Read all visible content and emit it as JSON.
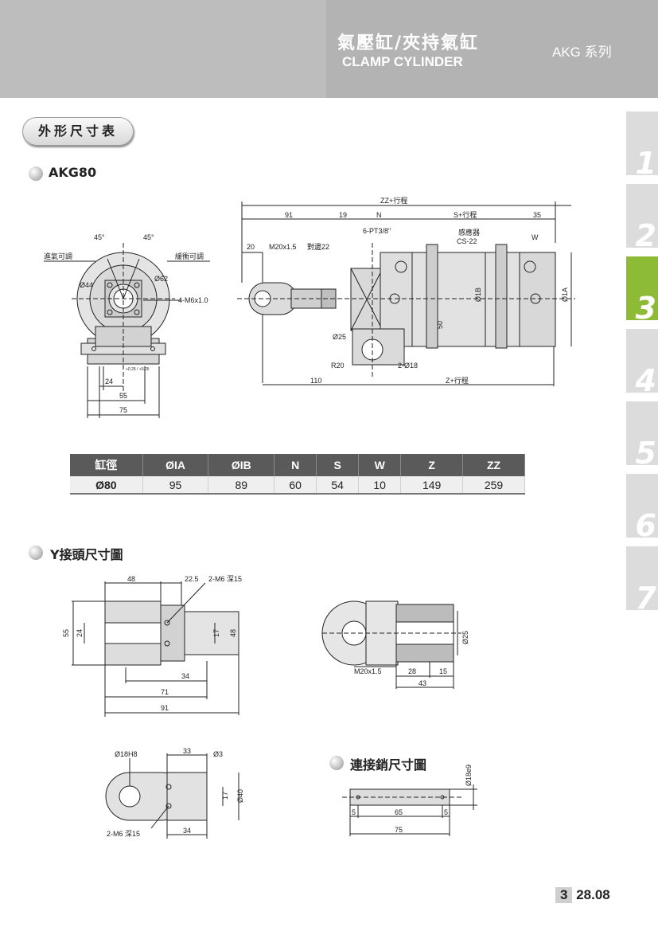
{
  "header": {
    "title_cn": "氣壓缸/夾持氣缸",
    "title_en": "CLAMP CYLINDER",
    "series": "AKG 系列"
  },
  "section_title": "外形尺寸表",
  "model_title": "AKG80",
  "side_tabs": [
    "1",
    "2",
    "3",
    "4",
    "5",
    "6",
    "7"
  ],
  "active_tab": "3",
  "main_drawing": {
    "angle_left": "45°",
    "angle_right": "45°",
    "label_intake": "進氣可調",
    "label_buffer": "緩衝可調",
    "dia_44": "Ø44",
    "dia_62": "Ø62",
    "thread_4m6": "4-M6x1.0",
    "tol": "+0.25 / +0.05",
    "dim_24": "24",
    "dim_55": "55",
    "dim_75": "75",
    "zz_stroke": "ZZ+行程",
    "dim_91": "91",
    "dim_19": "19",
    "dim_n": "N",
    "s_stroke": "S+行程",
    "dim_35": "35",
    "dim_20": "20",
    "thread_m20": "M20x1.5",
    "hex_22": "對邊22",
    "port": "6-PT3/8\"",
    "sensor": "感應器",
    "sensor_model": "CS-22",
    "dim_w": "W",
    "dia_ib": "Ø1B",
    "dia_ia": "Ø1A",
    "dim_50": "50",
    "dia_25": "Ø25",
    "r20": "R20",
    "dia_2_18": "2-Ø18",
    "dim_110": "110",
    "z_stroke": "Z+行程"
  },
  "spec_table": {
    "headers": [
      "缸徑",
      "ØIA",
      "ØIB",
      "N",
      "S",
      "W",
      "Z",
      "ZZ"
    ],
    "rows": [
      [
        "Ø80",
        "95",
        "89",
        "60",
        "54",
        "10",
        "149",
        "259"
      ]
    ]
  },
  "y_joint": {
    "title": "Y接頭尺寸圖",
    "d48_top": "48",
    "d22_5": "22.5",
    "thread_2m6": "2-M6 深15",
    "d55": "55",
    "d24": "24",
    "d17": "17",
    "d48_side": "48",
    "d34": "34",
    "d71": "71",
    "d91": "91",
    "m20": "M20x1.5",
    "d28": "28",
    "d15": "15",
    "d43": "43",
    "dia25": "Ø25"
  },
  "pin_plate": {
    "d18h8": "Ø18H8",
    "d33": "33",
    "d3": "Ø3",
    "d17": "17",
    "d40": "Ø40",
    "thread_2m6": "2-M6 深15",
    "d34": "34"
  },
  "pin": {
    "title": "連接銷尺寸圖",
    "dia": "Ø18e9",
    "d5_left": "5",
    "d65": "65",
    "d5_right": "5",
    "d75": "75"
  },
  "page": {
    "chapter": "3",
    "number": "28.08"
  }
}
